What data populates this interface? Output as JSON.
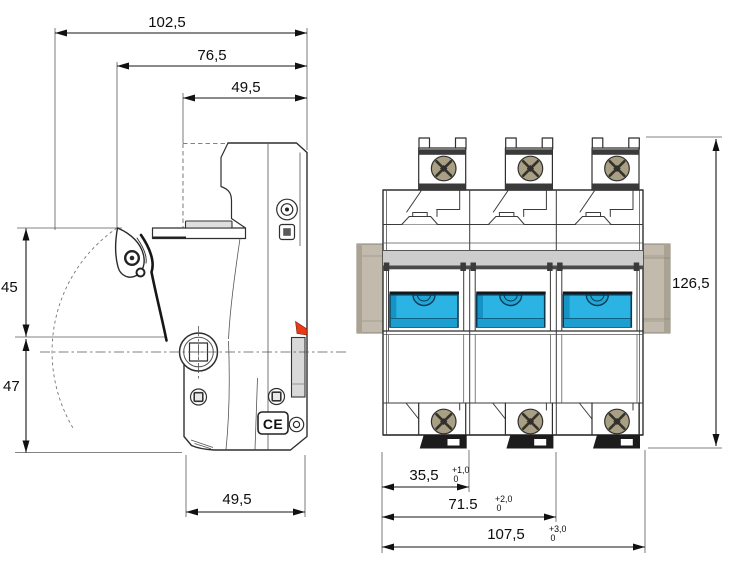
{
  "dims": {
    "side_top": {
      "overall": {
        "label": "102,5"
      },
      "middle": {
        "label": "76,5"
      },
      "inner": {
        "label": "49,5"
      }
    },
    "side_left": {
      "upper": {
        "label": "45"
      },
      "lower": {
        "label": "47"
      }
    },
    "side_bottom": {
      "base": {
        "label": "49,5"
      }
    },
    "front_right": {
      "height": {
        "label": "126,5"
      }
    },
    "front_bottom": {
      "pole1": {
        "label": "35,5",
        "tol_plus": "+1,0",
        "tol_minus": "0"
      },
      "pole2": {
        "label": "71.5",
        "tol_plus": "+2,0",
        "tol_minus": "0"
      },
      "pole3": {
        "label": "107,5",
        "tol_plus": "+3,0",
        "tol_minus": "0"
      }
    }
  },
  "marks": {
    "ce": "CE"
  },
  "colors": {
    "handle_blue": "#2ab3e3",
    "handle_blue_dark": "#1c9ecf",
    "handle_outline": "#0d3a52",
    "rail_tan": "#c2bbad",
    "screw_head_tan": "#a89f84",
    "clip_red": "#e83a17",
    "clamp_band_gray": "#cdcdcd",
    "line_dark": "#2f2f2f"
  }
}
